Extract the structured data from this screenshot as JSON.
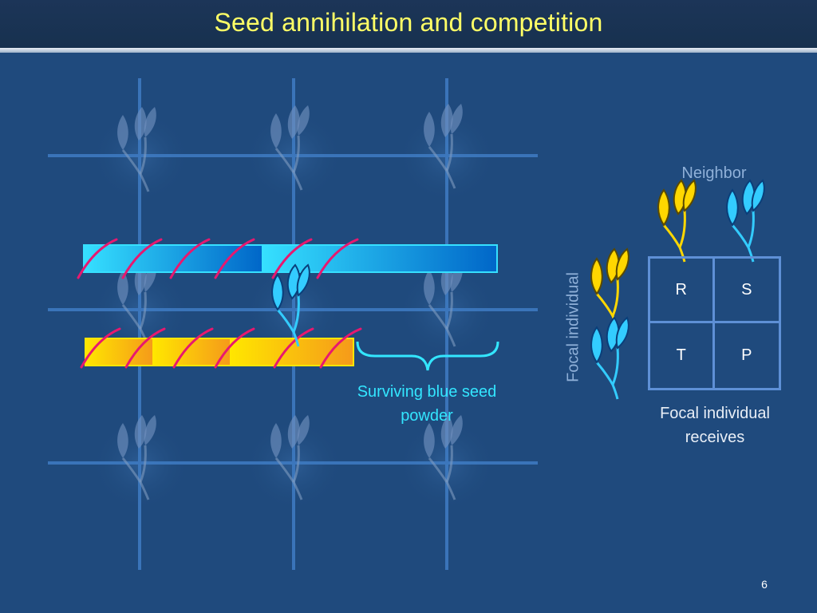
{
  "slide": {
    "title": "Seed annihilation and competition",
    "page_number": "6"
  },
  "diagram": {
    "surviving_label": "Surviving blue seed powder"
  },
  "payoff": {
    "neighbor_label": "Neighbor",
    "focal_label": "Focal individual",
    "receives_label": "Focal individual receives",
    "cells": [
      "R",
      "S",
      "T",
      "P"
    ]
  },
  "colors": {
    "background": "#1f4a7d",
    "title": "#ffff66",
    "blue_seed": "#33ccff",
    "yellow_seed": "#ffd700",
    "strike": "#e8186f",
    "grid": "#3f7cc4",
    "matrix": "#5e90d6"
  }
}
